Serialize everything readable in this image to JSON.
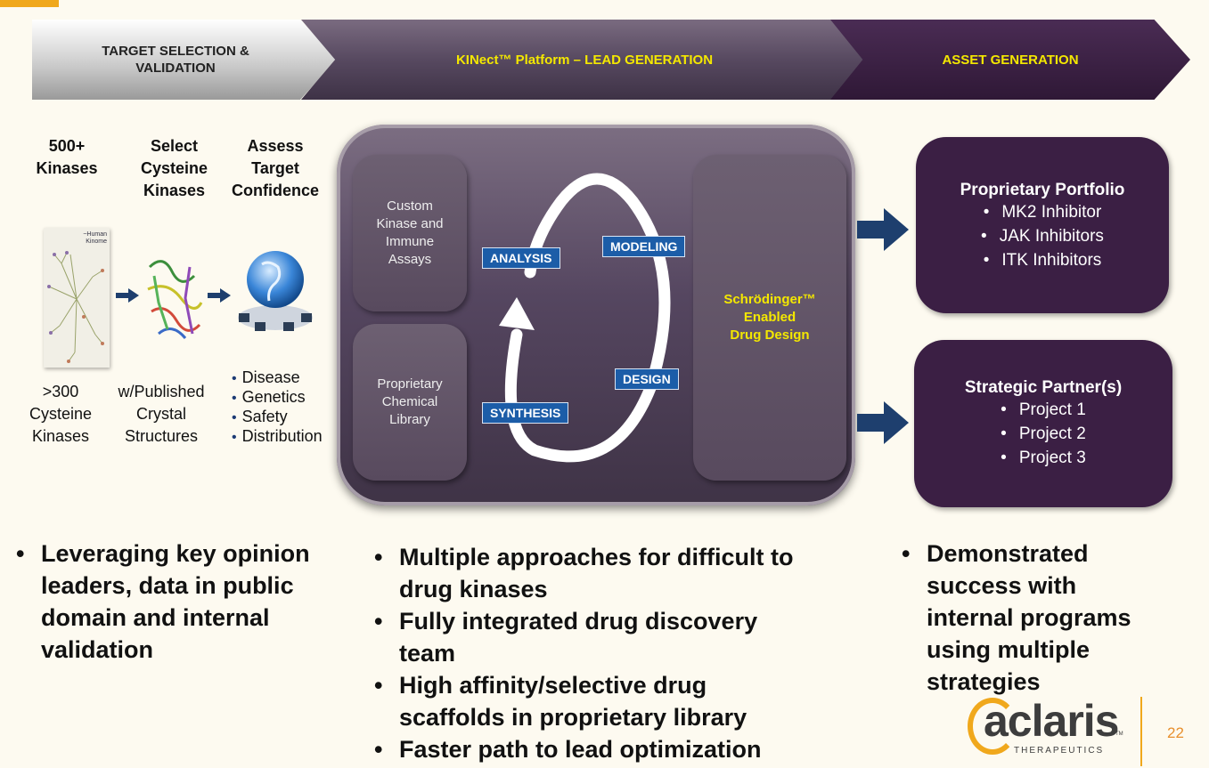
{
  "header": {
    "stage1": "TARGET SELECTION &\nVALIDATION",
    "stage2": "KINect™ Platform – LEAD GENERATION",
    "stage3": "ASSET GENERATION"
  },
  "left": {
    "col1_title": "500+\nKinases",
    "col2_title": "Select\nCysteine\nKinases",
    "col3_title": "Assess\nTarget\nConfidence",
    "col1_label": ">300\nCysteine\nKinases",
    "col2_label": "w/Published\nCrystal\nStructures",
    "kinome_caption": "~Human Kinome",
    "confidence_items": [
      "Disease",
      "Genetics",
      "Safety",
      "Distribution"
    ]
  },
  "platform": {
    "box_assays": "Custom\nKinase and\nImmune\nAssays",
    "box_library": "Proprietary\nChemical\nLibrary",
    "schrodinger": "Schrödinger™\nEnabled\nDrug Design",
    "steps": {
      "analysis": "ANALYSIS",
      "modeling": "MODELING",
      "design": "DESIGN",
      "synthesis": "SYNTHESIS"
    }
  },
  "right": {
    "portfolio_title": "Proprietary Portfolio",
    "portfolio_items": [
      "MK2 Inhibitor",
      "JAK Inhibitors",
      "ITK Inhibitors"
    ],
    "partner_title": "Strategic Partner(s)",
    "partner_items": [
      "Project 1",
      "Project 2",
      "Project 3"
    ]
  },
  "bottom": {
    "left_bullets": [
      "Leveraging key opinion\nleaders, data in public\ndomain and internal\nvalidation"
    ],
    "middle_bullets": [
      "Multiple approaches for difficult to\ndrug kinases",
      "Fully integrated drug discovery\nteam",
      "High affinity/selective drug\nscaffolds in proprietary library",
      "Faster path to lead optimization"
    ],
    "right_bullets": [
      "Demonstrated\nsuccess with\ninternal programs\nusing multiple\nstrategies"
    ]
  },
  "logo": {
    "name": "aclaris",
    "sub": "THERAPEUTICS",
    "tm": "TM"
  },
  "page_number": "22",
  "colors": {
    "navy_arrow": "#1e3f6e",
    "purple": "#3b1f44",
    "yellow": "#f4e800",
    "step_blue": "#1c5da8",
    "orange": "#f0a81c"
  }
}
